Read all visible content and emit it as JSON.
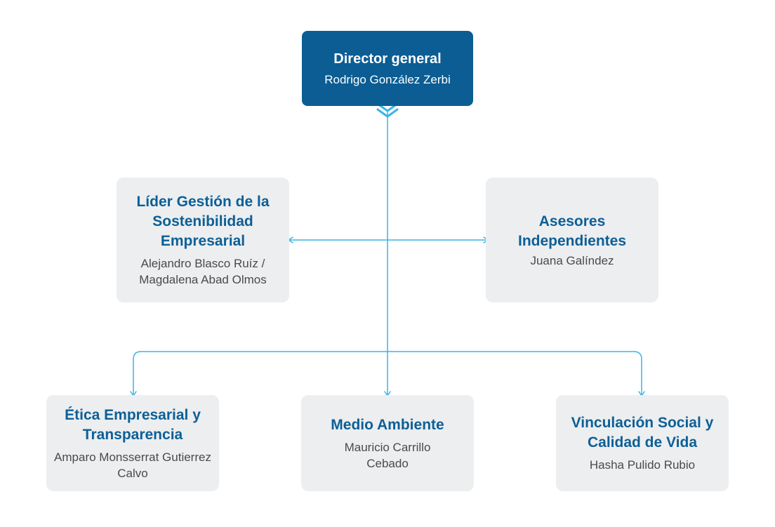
{
  "colors": {
    "top_box": "#0b5d94",
    "box": "#eceef0",
    "title": "#0d5f96",
    "person": "#4a4a4a",
    "connector": "#3cb4e6"
  },
  "director": {
    "title": "Director general",
    "person": "Rodrigo González Zerbi"
  },
  "middle": {
    "lider": {
      "title": "Líder Gestión de la Sostenibilidad Empresarial",
      "person": "Alejandro Blasco Ruíz / Magdalena Abad Olmos"
    },
    "asesores": {
      "title": "Asesores Independientes",
      "person": "Juana Galíndez"
    }
  },
  "bottom": {
    "etica": {
      "title": "Ética Empresarial y Transparencia",
      "person": "Amparo Monsserrat Gutierrez Calvo"
    },
    "medio": {
      "title": "Medio Ambiente",
      "person": "Mauricio Carrillo Cebado"
    },
    "vinculacion": {
      "title": "Vinculación Social y Calidad de Vida",
      "person": "Hasha Pulido Rubio"
    }
  }
}
